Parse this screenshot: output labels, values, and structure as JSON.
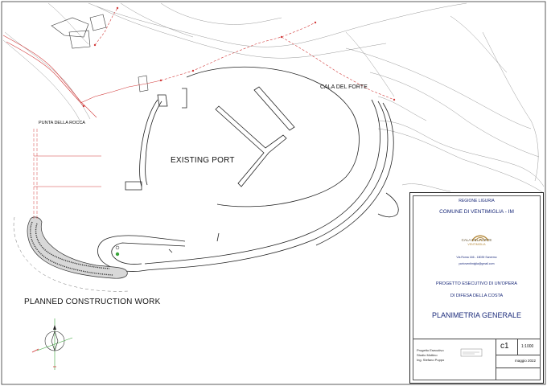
{
  "labels": {
    "existing_port": "EXISTING PORT",
    "planned_work": "PLANNED CONSTRUCTION WORK",
    "cala_del_forte": "CALA DEL FORTE",
    "punta_della_rocca": "PUNTA DELLA ROCCA"
  },
  "title_block": {
    "region": "REGIONE LIGURIA",
    "municipality": "COMUNE DI VENTIMIGLIA - IM",
    "logo_name": "CALA DEL FORTE",
    "logo_sub": "VENTIMIGLIA",
    "address": "Via Roma 166 - 18039 Sanremo",
    "email": "portoventimiglia@gmail.com",
    "project_line1": "PROGETTO ESECUTIVO DI UN'OPERA",
    "project_line2": "DI DIFESA DELLA COSTA",
    "drawing_title": "PLANIMETRIA GENERALE",
    "sheet_code": "c1",
    "scale": "1:1000",
    "date": "maggio 2022",
    "designer_role": "Progetto Esecutivo",
    "designer_firm": "Studio Mottino",
    "designer_name": "Ing. Stefano Puppo"
  },
  "colors": {
    "line": "#222222",
    "survey_red": "#d23a3a",
    "contour": "#9a9a9a",
    "title_blue": "#1a2a7a",
    "logo_gold": "#b58a3c",
    "green_marker": "#3aa53a"
  },
  "icons": {
    "north_arrow": "compass-north-icon",
    "logo": "cala-del-forte-logo"
  }
}
